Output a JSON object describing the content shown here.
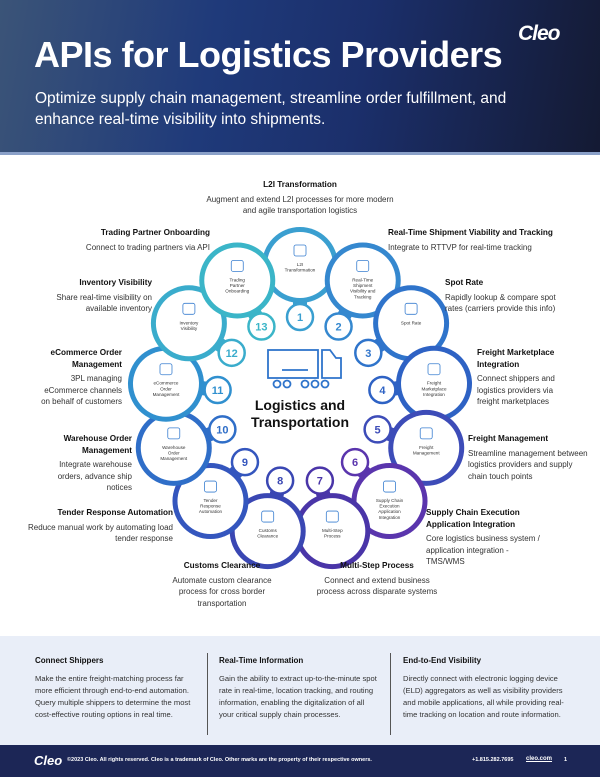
{
  "header": {
    "logo": "Cleo",
    "title": "APIs for Logistics Providers",
    "subtitle": "Optimize supply chain management, streamline order fulfillment, and enhance real-time visibility into shipments."
  },
  "center": {
    "line1": "Logistics and",
    "line2": "Transportation"
  },
  "items": [
    {
      "num": "1",
      "circle": "L2I Transformation",
      "title": "L2I Transformation",
      "desc": "Augment and extend L2I processes for more modern and agile transportation logistics",
      "color": "#3a9fd0"
    },
    {
      "num": "2",
      "circle": "Real-Time Shipment Visibility and Tracking",
      "title": "Real-Time Shipment Viability and Tracking",
      "desc": "Integrate to RTTVP for real-time tracking",
      "color": "#3588cf"
    },
    {
      "num": "3",
      "circle": "Spot Rate",
      "title": "Spot Rate",
      "desc": "Rapidly lookup & compare spot rates (carriers provide this info)",
      "color": "#2f74cb"
    },
    {
      "num": "4",
      "circle": "Freight Marketplace Integration",
      "title": "Freight Marketplace Integration",
      "desc": "Connect shippers and logistics providers via freight marketplaces",
      "color": "#2e62c4"
    },
    {
      "num": "5",
      "circle": "Freight Management",
      "title": "Freight Management",
      "desc": "Streamline management between logistics providers and supply chain touch points",
      "color": "#3d4cb8"
    },
    {
      "num": "6",
      "circle": "Supply Chain Execution Application Integration",
      "title": "Supply Chain Execution Application Integration",
      "desc": "Core logistics business system / application integration - TMS/WMS",
      "color": "#5a35ad"
    },
    {
      "num": "7",
      "circle": "Multi-Step Process",
      "title": "Multi-Step Process",
      "desc": "Connect and extend business process across disparate systems",
      "color": "#4a35a8"
    },
    {
      "num": "8",
      "circle": "Customs Clearance",
      "title": "Customs Clearance",
      "desc": "Automate custom clearance process for cross border transportation",
      "color": "#3a47b3"
    },
    {
      "num": "9",
      "circle": "Tender Response Automation",
      "title": "Tender Response Automation",
      "desc": "Reduce manual work by automating load tender response",
      "color": "#3456be"
    },
    {
      "num": "10",
      "circle": "Warehouse Order Management",
      "title": "Warehouse Order Management",
      "desc": "Integrate warehouse orders, advance ship notices",
      "color": "#2f6ec8"
    },
    {
      "num": "11",
      "circle": "eCommerce Order Management",
      "title": "eCommerce Order Management",
      "desc": "3PL managing eCommerce channels on behalf of customers",
      "color": "#3090cf"
    },
    {
      "num": "12",
      "circle": "Inventory Visibility",
      "title": "Inventory Visibility",
      "desc": "Share real-time visibility on available inventory",
      "color": "#3aaccc"
    },
    {
      "num": "13",
      "circle": "Trading Partner Onboarding",
      "title": "Trading Partner Onboarding",
      "desc": "Connect to trading partners via API",
      "color": "#3bb5c8"
    }
  ],
  "bottom": [
    {
      "title": "Connect Shippers",
      "text": "Make the entire freight-matching process far more efficient through end-to-end automation. Query multiple shippers to determine the most cost-effective routing options in real time."
    },
    {
      "title": "Real-Time Information",
      "text": "Gain the ability to extract up-to-the-minute spot rate in real-time, location tracking, and routing information, enabling the digitalization of all your critical supply chain processes."
    },
    {
      "title": "End-to-End Visibility",
      "text": "Directly connect with electronic logging device (ELD) aggregators as well as visibility providers and mobile applications, all while providing real-time tracking on location and route information."
    }
  ],
  "footer": {
    "logo": "Cleo",
    "copyright": "©2023 Cleo. All rights reserved. Cleo is a trademark of Cleo. Other marks are the property of their respective owners.",
    "phone": "+1.815.282.7695",
    "website": "cleo.com",
    "page": "1"
  }
}
